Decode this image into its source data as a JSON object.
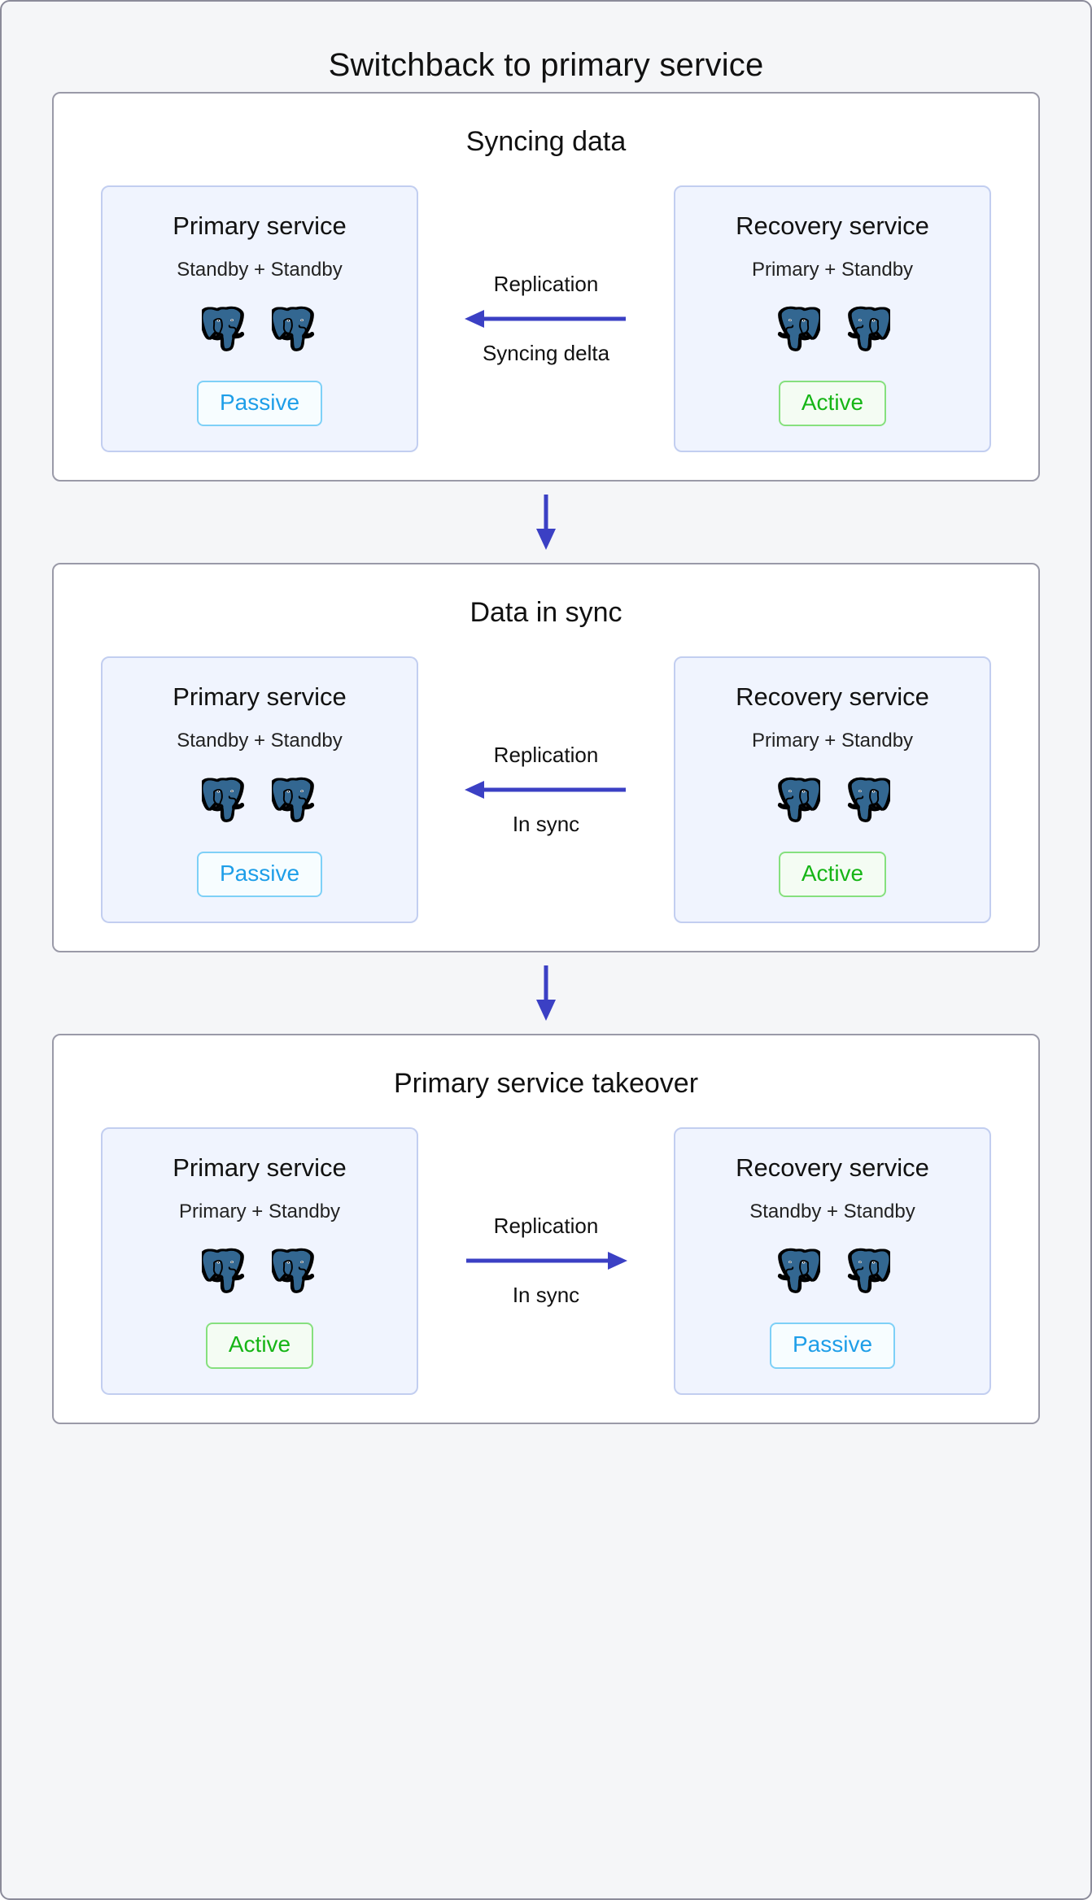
{
  "diagram": {
    "title": "Switchback to primary service",
    "colors": {
      "arrow": "#3b40c4",
      "card_fill": "#f0f4fe",
      "card_border": "#c2cef0",
      "panel_border": "#9a9aa8",
      "page_background": "#f5f6f8",
      "active_text": "#16b516",
      "active_border": "#86e07e",
      "passive_text": "#1e9ee8",
      "passive_border": "#7ed0f7",
      "postgres_blue": "#336791"
    },
    "icons": {
      "node": "postgresql-elephant-icon",
      "stage_connector": "arrow-down-icon",
      "replication_left": "arrow-left-icon",
      "replication_right": "arrow-right-icon"
    },
    "stages": [
      {
        "title": "Syncing data",
        "left": {
          "name": "Primary service",
          "roles": "Standby + Standby",
          "status": "Passive",
          "status_kind": "passive",
          "nodes": 2
        },
        "right": {
          "name": "Recovery service",
          "roles": "Primary + Standby",
          "status": "Active",
          "status_kind": "active",
          "nodes": 2
        },
        "link": {
          "top_label": "Replication",
          "bottom_label": "Syncing delta",
          "direction": "left"
        }
      },
      {
        "title": "Data in sync",
        "left": {
          "name": "Primary service",
          "roles": "Standby + Standby",
          "status": "Passive",
          "status_kind": "passive",
          "nodes": 2
        },
        "right": {
          "name": "Recovery service",
          "roles": "Primary + Standby",
          "status": "Active",
          "status_kind": "active",
          "nodes": 2
        },
        "link": {
          "top_label": "Replication",
          "bottom_label": "In sync",
          "direction": "left"
        }
      },
      {
        "title": "Primary service takeover",
        "left": {
          "name": "Primary service",
          "roles": "Primary + Standby",
          "status": "Active",
          "status_kind": "active",
          "nodes": 2
        },
        "right": {
          "name": "Recovery service",
          "roles": "Standby + Standby",
          "status": "Passive",
          "status_kind": "passive",
          "nodes": 2
        },
        "link": {
          "top_label": "Replication",
          "bottom_label": "In sync",
          "direction": "right"
        }
      }
    ]
  }
}
